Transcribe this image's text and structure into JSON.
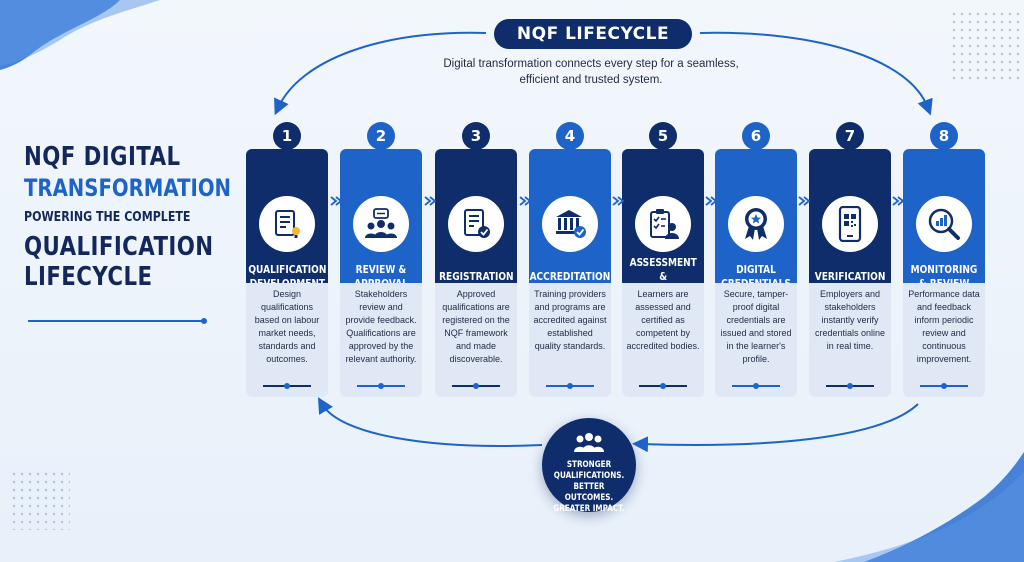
{
  "header": {
    "title": "NQF LIFECYCLE",
    "subtitle_line1": "Digital transformation connects every step for a seamless,",
    "subtitle_line2": "efficient and trusted system."
  },
  "left_title": {
    "line1": "NQF DIGITAL",
    "line2": "TRANSFORMATION",
    "line3": "POWERING THE COMPLETE",
    "line4": "QUALIFICATION",
    "line5": "LIFECYCLE"
  },
  "steps": [
    {
      "number": "1",
      "title": "QUALIFICATION DEVELOPMENT",
      "icon": "document-lightbulb-icon",
      "accent": "#0f2d6b",
      "description": "Design qualifications based on labour market needs, standards and outcomes."
    },
    {
      "number": "2",
      "title": "REVIEW & APPROVAL",
      "icon": "people-chat-icon",
      "accent": "#1e64c8",
      "description": "Stakeholders review and provide feedback. Qualifications are approved by the relevant authority."
    },
    {
      "number": "3",
      "title": "REGISTRATION",
      "icon": "document-check-icon",
      "accent": "#0f2d6b",
      "description": "Approved qualifications are registered on the NQF framework and made discoverable."
    },
    {
      "number": "4",
      "title": "ACCREDITATION",
      "icon": "institution-check-icon",
      "accent": "#1e64c8",
      "description": "Training providers and programs are accredited against established quality standards."
    },
    {
      "number": "5",
      "title": "ASSESSMENT & CERTIFICATION",
      "icon": "clipboard-person-icon",
      "accent": "#0f2d6b",
      "description": "Learners are assessed and certified as competent by accredited bodies."
    },
    {
      "number": "6",
      "title": "DIGITAL CREDENTIALS",
      "icon": "award-badge-icon",
      "accent": "#1e64c8",
      "description": "Secure, tamper-proof digital credentials are issued and stored in the learner's profile."
    },
    {
      "number": "7",
      "title": "VERIFICATION",
      "icon": "phone-qr-icon",
      "accent": "#0f2d6b",
      "description": "Employers and stakeholders instantly verify credentials online in real time."
    },
    {
      "number": "8",
      "title": "MONITORING & REVIEW",
      "icon": "magnifier-chart-icon",
      "accent": "#1e64c8",
      "description": "Performance data and feedback inform periodic review and continuous improvement."
    }
  ],
  "footer": {
    "icon": "people-group-icon",
    "line1": "STRONGER",
    "line2": "QUALIFICATIONS.",
    "line3": "BETTER OUTCOMES.",
    "line4": "GREATER IMPACT."
  }
}
